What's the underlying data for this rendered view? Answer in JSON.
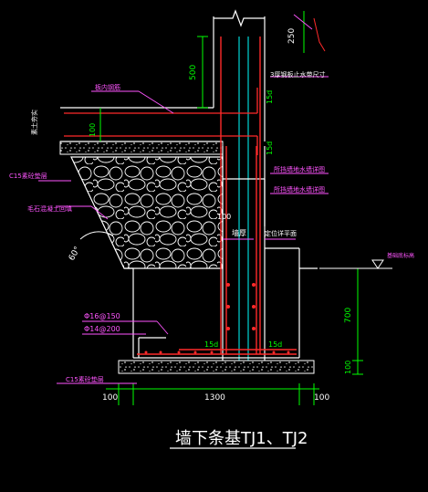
{
  "drawing": {
    "title": "墙下条基TJ1、TJ2",
    "colors": {
      "background": "#000000",
      "outline": "#ffffff",
      "rebar": "#ff2a2a",
      "dimension": "#00ff00",
      "label": "#ff55ff",
      "note": "#ff9ad5",
      "cyan": "#00ffff",
      "concrete": "#cfcfcf"
    }
  },
  "labels": {
    "top_dim": "250",
    "note_3": "3厚钢板止水带尺寸",
    "slab_rebar": "板内钢筋",
    "dim_500": "500",
    "dim_15d_a": "15d",
    "dim_15d_b": "15d",
    "dim_100_top": "100",
    "floor_left": "素土夯实",
    "c15_top": "C15素砼垫层",
    "note_a": "所挡墙地水墙详图",
    "note_b": "所挡墙地水墙详图",
    "rubble": "毛石混凝土回填",
    "angle": "60°",
    "dim_100_mid": "100",
    "wall": "墙厚",
    "axis": "定位详平面",
    "level_note": "基础底标高",
    "rebar_1": "Φ16@150",
    "rebar_2": "Φ14@200",
    "dim_15d_c": "15d",
    "dim_15d_d": "15d",
    "dim_700": "700",
    "dim_100_right": "100",
    "c15_bottom": "C15素砼垫层",
    "dim_100_left": "100",
    "dim_1300": "1300",
    "dim_100_end": "100"
  }
}
